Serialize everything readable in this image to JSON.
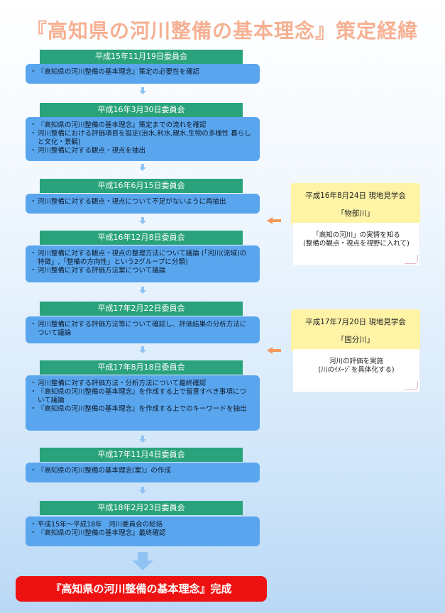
{
  "title": "『高知県の河川整備の基本理念』策定経緯",
  "meetings": [
    {
      "date": "平成15年11月19日委員会",
      "items": [
        "『高知県の河川整備の基本理念』策定の必要性を確認"
      ]
    },
    {
      "date": "平成16年3月30日委員会",
      "items": [
        "『高知県の河川整備の基本理念』策定までの流れを確認",
        "河川整備における評価項目を設定(治水,利水,親水,生物の多様性 暮らしと文化・景観)",
        "河川整備に対する観点・視点を抽出"
      ]
    },
    {
      "date": "平成16年6月15日委員会",
      "items": [
        "河川整備に対する観点・視点について不足がないように再抽出"
      ]
    },
    {
      "date": "平成16年12月8日委員会",
      "items": [
        "河川整備に対する観点・視点の整理方法について議論 (「河川(流域)の特徴」,「整備の方向性」という2グループに分類)",
        "河川整備に対する評価方法案について議論"
      ]
    },
    {
      "date": "平成17年2月22日委員会",
      "items": [
        "河川整備に対する評価方法等について確認し、評価結果の分析方法について議論"
      ]
    },
    {
      "date": "平成17年8月18日委員会",
      "items": [
        "河川整備に対する評価方法・分析方法について最終確認",
        "『高知県の河川整備の基本理念』を作成する上で留意すべき事項について議論",
        "『高知県の河川整備の基本理念』を作成する上でのキーワードを抽出"
      ]
    },
    {
      "date": "平成17年11月4日委員会",
      "items": [
        "『高知県の河川整備の基本理念(案)』の作成"
      ]
    },
    {
      "date": "平成18年2月23日委員会",
      "items": [
        "平成15年～平成18年　河川委員会の総括",
        "『高知県の河川整備の基本理念』最終確認"
      ]
    }
  ],
  "visits": [
    {
      "title": "平成16年8月24日 現地見学会",
      "place": "「物部川」",
      "note": [
        "「高知の河川」の実情を知る",
        "(整備の観点・視点を視野に入れて)"
      ]
    },
    {
      "title": "平成17年7月20日 現地見学会",
      "place": "「国分川」",
      "note": [
        "河川の評価を実施",
        "(川のｲﾒｰｼﾞを具体化する)"
      ]
    }
  ],
  "final": "『高知県の河川整備の基本理念』完成",
  "colors": {
    "title": "#f6b092",
    "header": "#2aa37c",
    "box": "#5aa6ee",
    "visit": "#fff3a6",
    "side_arrow": "#f39a5e",
    "final": "#ee1111"
  }
}
